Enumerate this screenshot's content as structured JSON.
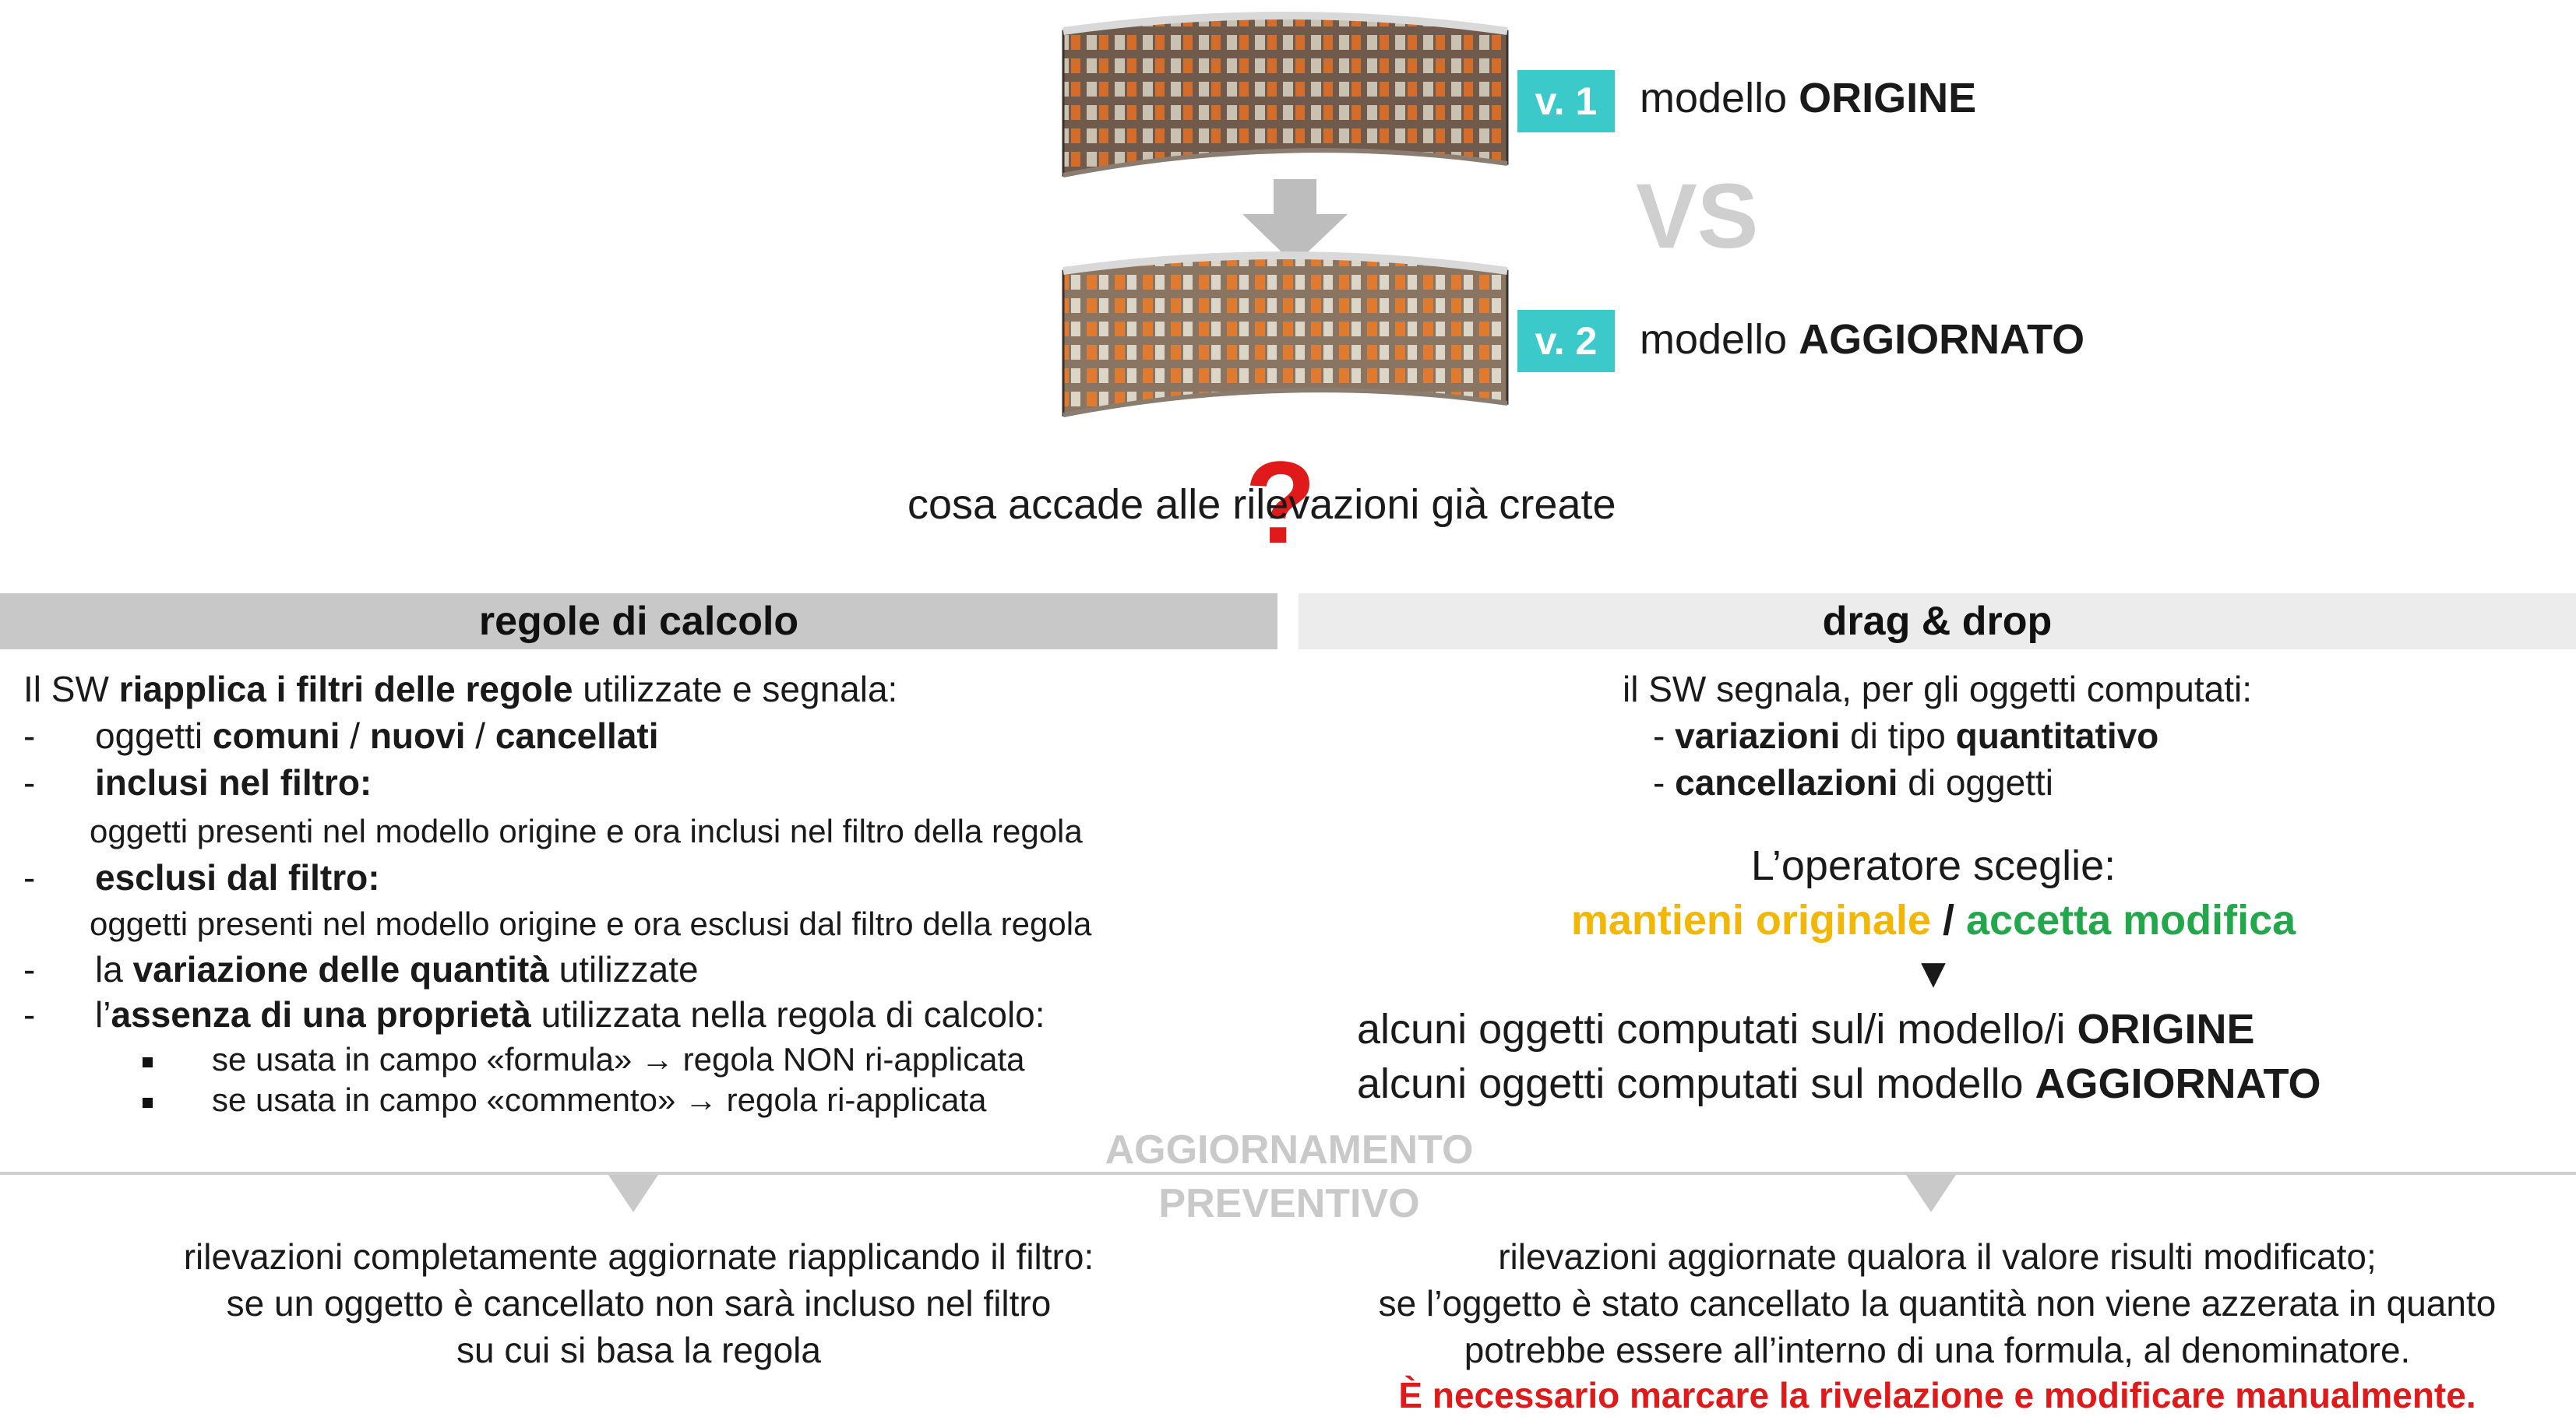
{
  "top": {
    "v1": {
      "badge": "v. 1",
      "label_prefix": "modello ",
      "label_strong": "ORIGINE"
    },
    "vs": "VS",
    "v2": {
      "badge": "v. 2",
      "label_prefix": "modello ",
      "label_strong": "AGGIORNATO"
    },
    "question_mark": "?",
    "question": "cosa accade alle rilevazioni già create"
  },
  "left": {
    "header": "regole di calcolo",
    "intro": {
      "a": "Il SW ",
      "b": "riapplica i filtri delle regole",
      "c": " utilizzate e segnala:"
    },
    "dash": "-",
    "item1": {
      "a": "oggetti ",
      "b": "comuni",
      "c": " / ",
      "d": "nuovi",
      "e": " / ",
      "f": "cancellati"
    },
    "item2": {
      "title": "inclusi nel filtro:",
      "desc": "oggetti presenti nel modello origine e ora inclusi nel filtro della regola"
    },
    "item3": {
      "title": "esclusi dal filtro:",
      "desc": "oggetti presenti nel modello origine e ora esclusi dal filtro della regola"
    },
    "item4": {
      "a": "la ",
      "b": "variazione delle quantità",
      "c": " utilizzate"
    },
    "item5": {
      "a": "l’",
      "b": "assenza di una proprietà",
      "c": " utilizzata nella regola di calcolo:"
    },
    "sub1": "se usata in campo «formula» → regola NON ri-applicata",
    "sub2": "se usata in campo «commento» → regola ri-applicata",
    "result": [
      "rilevazioni completamente aggiornate riapplicando il filtro:",
      "se un oggetto è cancellato non sarà incluso nel filtro",
      "su cui si basa la regola"
    ]
  },
  "right": {
    "header": "drag & drop",
    "intro": "il SW segnala, per gli oggetti computati:",
    "item1": {
      "a": "- ",
      "b": "variazioni",
      "c": " di tipo ",
      "d": "quantitativo"
    },
    "item2": {
      "a": "- ",
      "b": "cancellazioni",
      "c": " di oggetti"
    },
    "choose": "L’operatore sceglie:",
    "keep": "mantieni originale",
    "slash": " / ",
    "accept": "accetta modifica",
    "arrow": "▼",
    "out1": {
      "a": "alcuni oggetti computati sul/i modello/i ",
      "b": "ORIGINE"
    },
    "out2": {
      "a": "alcuni oggetti computati sul modello ",
      "b": "AGGIORNATO"
    },
    "result": [
      "rilevazioni aggiornate qualora il valore risulti modificato;",
      "se l’oggetto è stato cancellato la quantità non viene azzerata in quanto",
      "potrebbe essere all’interno di una formula, al denominatore."
    ],
    "warning": "È necessario marcare la rivelazione e modificare manualmente."
  },
  "middle": {
    "line1": "AGGIORNAMENTO",
    "line2": "PREVENTIVO"
  },
  "colors": {
    "badge": "#3cc9c9",
    "keep": "#f2b705",
    "accept": "#22a84a",
    "warning": "#e01a1a",
    "left_header_bg": "#c8c8c8",
    "right_header_bg": "#ececec"
  }
}
